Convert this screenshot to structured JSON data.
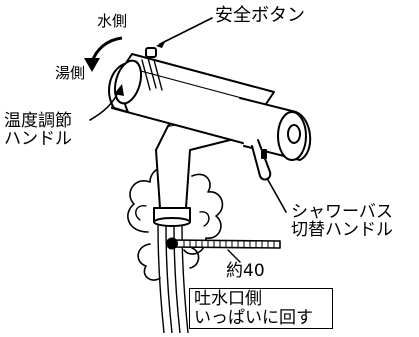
{
  "labels": {
    "water_side": "水側",
    "safety_button": "安全ボタン",
    "hot_side": "湯側",
    "temp_handle_line1": "温度調節",
    "temp_handle_line2": "ハンドル",
    "shower_line1": "シャワーバス",
    "shower_line2": "切替ハンドル",
    "thermometer_value": "約40",
    "note_line1": "吐水口側",
    "note_line2": "いっぱいに回す"
  }
}
